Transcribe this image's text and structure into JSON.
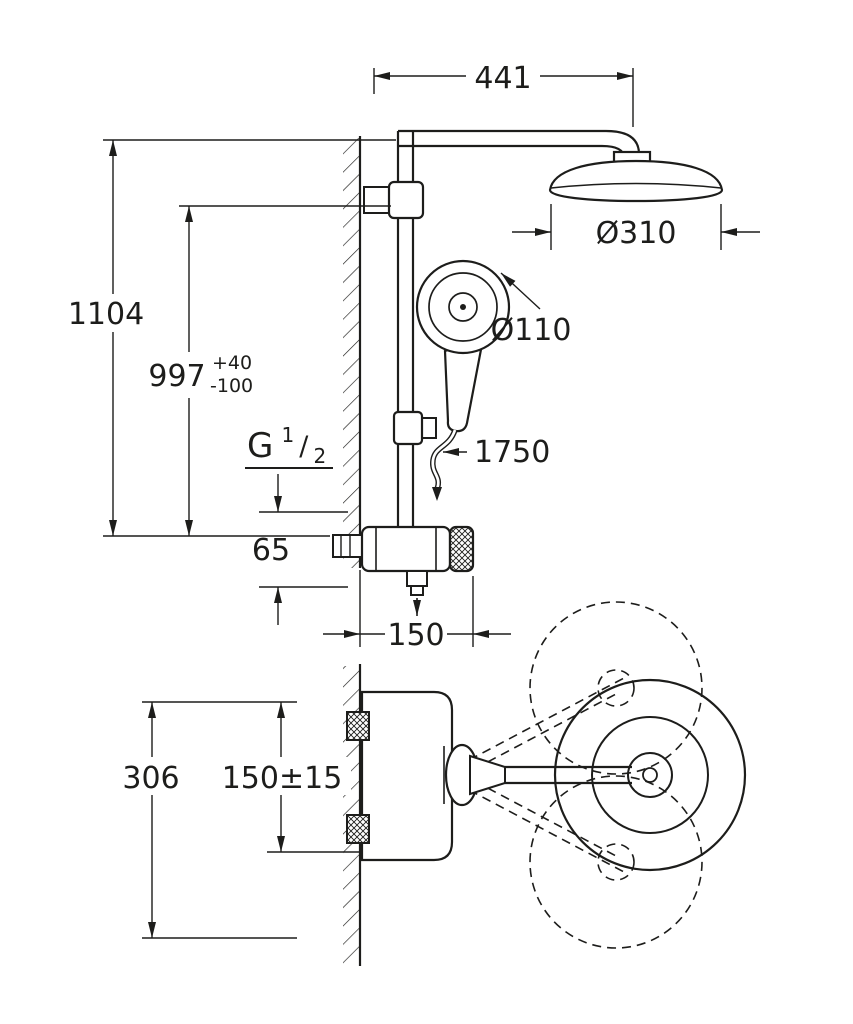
{
  "drawing_type": "shower-system-dimensional-drawing",
  "colors": {
    "line": "#1d1d1b",
    "background": "#ffffff"
  },
  "front_view": {
    "dims": {
      "arm_width": "441",
      "head_diameter": "Ø310",
      "hand_shower_diameter": "Ø110",
      "overall_height": "1104",
      "connection_height": "997",
      "connection_tol_plus": "+40",
      "connection_tol_minus": "-100",
      "hose_length": "1750",
      "outlet_offset": "65",
      "body_depth": "150"
    },
    "thread": {
      "g": "G",
      "numerator": "1",
      "slash": "/",
      "denominator": "2"
    }
  },
  "top_view": {
    "dims": {
      "swivel_width": "306",
      "supply_distance": "150±15"
    }
  }
}
